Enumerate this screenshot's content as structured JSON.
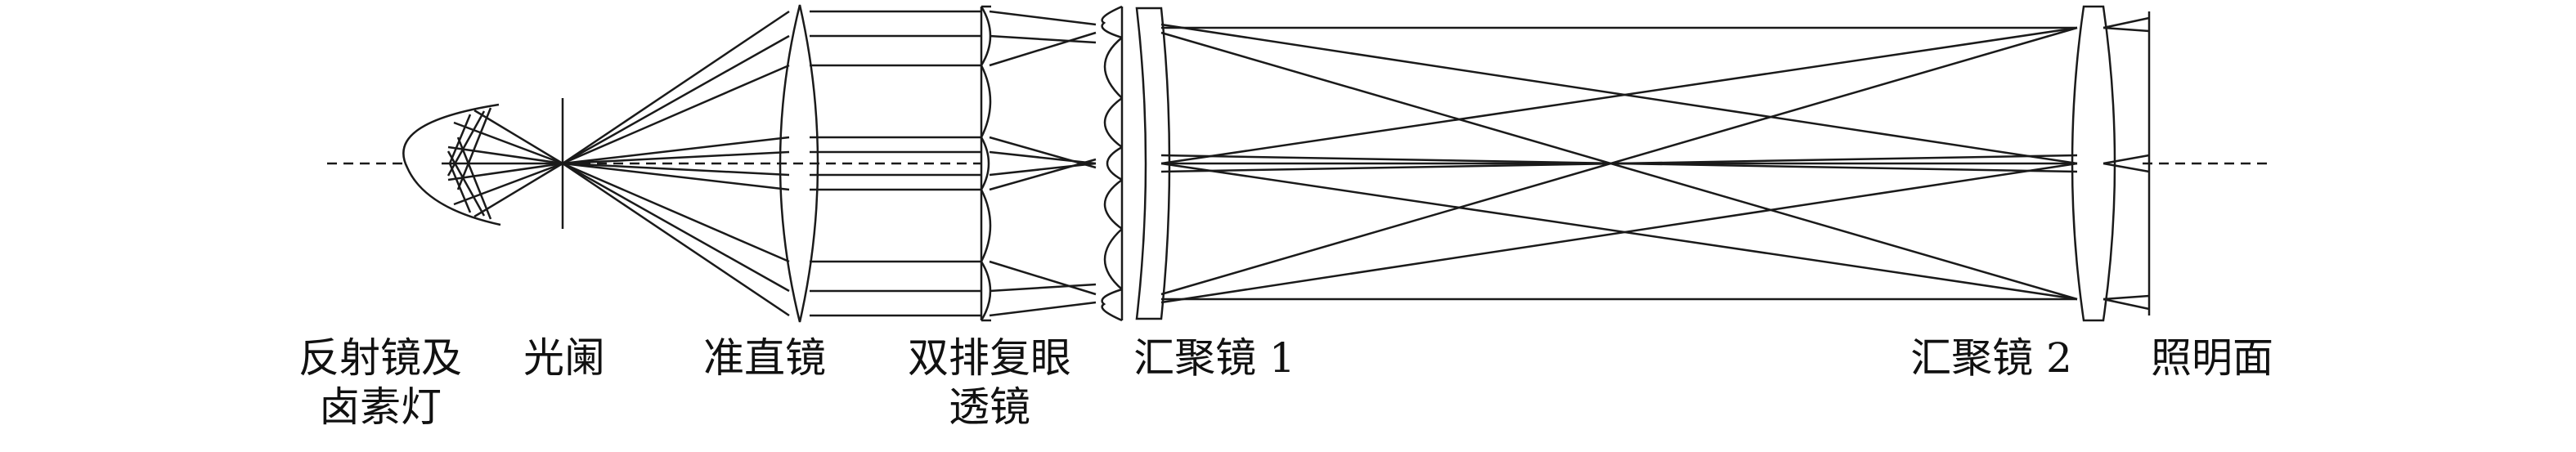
{
  "labels": {
    "reflector_lamp": [
      "反射镜及",
      "卤素灯"
    ],
    "aperture": "光阑",
    "collimator": "准直镜",
    "fly_eye": [
      "双排复眼",
      "透镜"
    ],
    "condenser1": "汇聚镜 1",
    "condenser2": "汇聚镜 2",
    "illumination_plane": "照明面"
  },
  "colors": {
    "stroke": "#1a1a1a",
    "text": "#111111"
  }
}
